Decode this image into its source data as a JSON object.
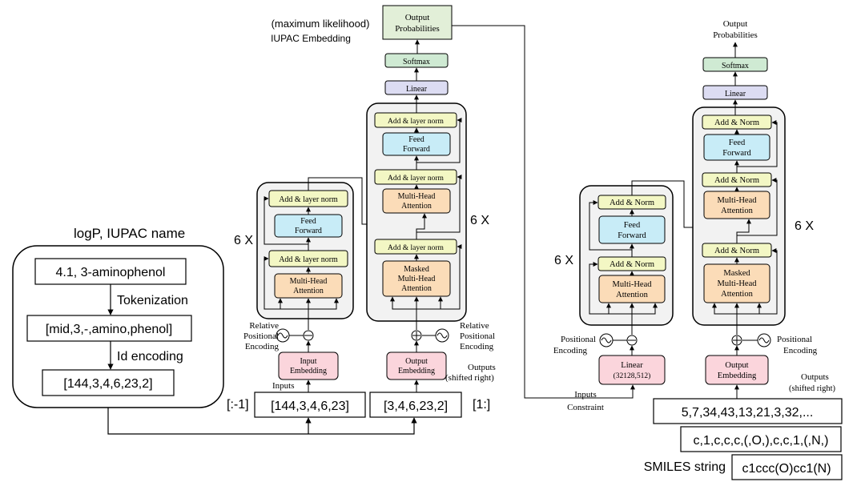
{
  "left_panel": {
    "title": "logP, IUPAC name",
    "input": "4.1, 3-aminophenol",
    "step1": "Tokenization",
    "tokens": "[mid,3,-,amino,phenol]",
    "step2": "Id encoding",
    "ids": "[144,3,4,6,23,2]"
  },
  "encoder": {
    "repeat": "6 X",
    "add_norm": "Add & layer norm",
    "ffn": [
      "Feed",
      "Forward"
    ],
    "mha": [
      "Multi-Head",
      "Attention"
    ],
    "pos": [
      "Relative",
      "Positional",
      "Encoding"
    ],
    "embed": [
      "Input",
      "Embedding"
    ],
    "inputs_label": "Inputs",
    "slice": "[:-1]",
    "seq": "[144,3,4,6,23]"
  },
  "decoder1": {
    "objective": "(maximum likelihood)",
    "task": "IUPAC Embedding",
    "output": [
      "Output",
      "Probabilities"
    ],
    "softmax": "Softmax",
    "linear": "Linear",
    "add_norm": "Add & layer norm",
    "ffn": [
      "Feed",
      "Forward"
    ],
    "mha": [
      "Multi-Head",
      "Attention"
    ],
    "masked": [
      "Masked",
      "Multi-Head",
      "Attention"
    ],
    "repeat": "6 X",
    "pos": [
      "Relative",
      "Positional",
      "Encoding"
    ],
    "embed": [
      "Output",
      "Embedding"
    ],
    "outputs_label": [
      "Outputs",
      "(shifted right)"
    ],
    "seq": "[3,4,6,23,2]",
    "slice": "[1:]"
  },
  "encoder2": {
    "repeat": "6 X",
    "add_norm": "Add & Norm",
    "ffn": [
      "Feed",
      "Forward"
    ],
    "mha": [
      "Multi-Head",
      "Attention"
    ],
    "pos": [
      "Positional",
      "Encoding"
    ],
    "linear": [
      "Linear",
      "(32128,512)"
    ],
    "inputs": [
      "Inputs",
      "Constraint"
    ]
  },
  "decoder2": {
    "output": [
      "Output",
      "Probabilities"
    ],
    "softmax": "Softmax",
    "linear": "Linear",
    "add_norm": "Add & Norm",
    "ffn": [
      "Feed",
      "Forward"
    ],
    "mha": [
      "Multi-Head",
      "Attention"
    ],
    "masked": [
      "Masked",
      "Multi-Head",
      "Attention"
    ],
    "repeat": "6 X",
    "pos": [
      "Positional",
      "Encoding"
    ],
    "embed": [
      "Output",
      "Embedding"
    ],
    "outputs_label": [
      "Outputs",
      "(shifted right)"
    ],
    "ids": "5,7,34,43,13,21,3,32,...",
    "tokens": "c,1,c,c,c,(,O,),c,c,1,(,N,)",
    "smiles_label": "SMILES string",
    "smiles": "c1ccc(O)cc1(N)"
  },
  "colors": {
    "add_norm": "#f3f7c4",
    "ffn": "#c8ecf7",
    "mha": "#fbdcb8",
    "embed": "#fbd5dc",
    "softmax": "#cfead3",
    "linear": "#dcdcf2",
    "output": "#e2efd8",
    "block_bg": "#f2f2f2"
  }
}
